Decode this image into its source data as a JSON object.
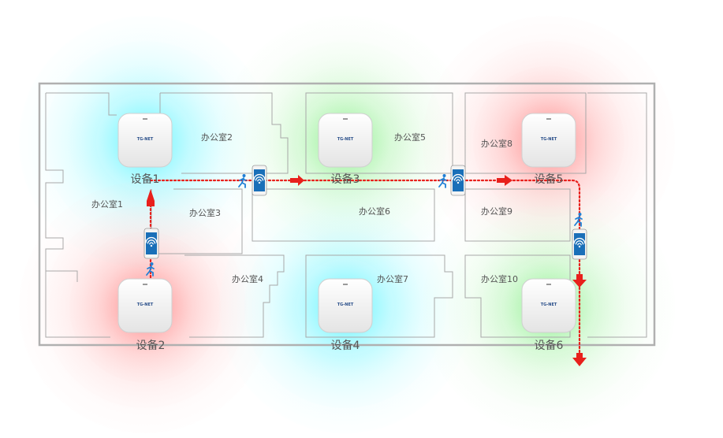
{
  "devices": [
    {
      "label": "设备1",
      "brand": "TG-NET",
      "coverage": "cyan"
    },
    {
      "label": "设备2",
      "brand": "TG-NET",
      "coverage": "red"
    },
    {
      "label": "设备3",
      "brand": "TG-NET",
      "coverage": "green"
    },
    {
      "label": "设备4",
      "brand": "TG-NET",
      "coverage": "cyan"
    },
    {
      "label": "设备5",
      "brand": "TG-NET",
      "coverage": "red"
    },
    {
      "label": "设备6",
      "brand": "TG-NET",
      "coverage": "green"
    }
  ],
  "rooms": [
    "办公室1",
    "办公室2",
    "办公室3",
    "办公室4",
    "办公室5",
    "办公室6",
    "办公室7",
    "办公室8",
    "办公室9",
    "办公室10"
  ],
  "icons": {
    "phone": "phone-wifi-icon",
    "walker": "walking-person-icon",
    "arrow": "red-arrow-icon"
  },
  "colors": {
    "cyan": "#5ff3ff",
    "red": "#ff7070",
    "green": "#8ff08f",
    "route": "#e8201c",
    "phone": "#1a6fb8",
    "wall": "#a8a8a8",
    "label": "#555555",
    "walker": "#1e7fd6"
  }
}
